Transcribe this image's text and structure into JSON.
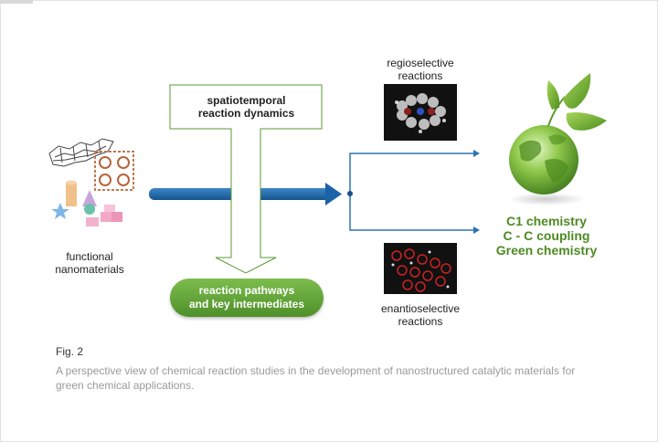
{
  "diagram": {
    "input_label_line1": "functional",
    "input_label_line2": "nanomaterials",
    "top_box_line1": "spatiotemporal",
    "top_box_line2": "reaction dynamics",
    "pill_line1": "reaction pathways",
    "pill_line2": "and key intermediates",
    "upper_label_line1": "regioselective",
    "upper_label_line2": "reactions",
    "lower_label_line1": "enantioselective",
    "lower_label_line2": "reactions",
    "outcome_line1": "C1 chemistry",
    "outcome_line2": "C - C coupling",
    "outcome_line3": "Green chemistry"
  },
  "figure": {
    "title": "Fig. 2",
    "caption": "A perspective view of chemical reaction studies in the development of nanostructured catalytic materials for green chemical applications."
  },
  "colors": {
    "main_arrow": "#1a63a8",
    "branch_arrows": "#2f73b3",
    "outline_green": "#5a9a34",
    "pill_green": "#5f9e35",
    "outcome_text": "#4e8a24",
    "caption_text": "#9a9a9a"
  },
  "icons": [
    "nanomaterials-illustration",
    "green-earth-globe-icon"
  ]
}
